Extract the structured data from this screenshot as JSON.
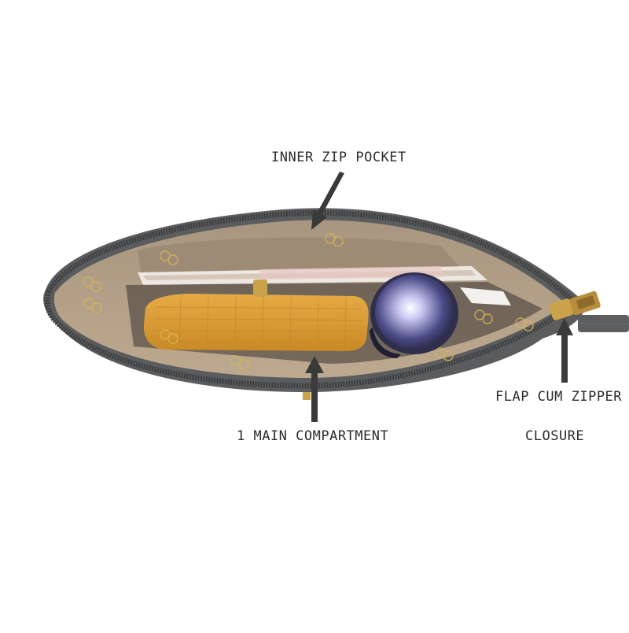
{
  "labels": {
    "inner_zip_pocket": "INNER ZIP POCKET",
    "main_compartment": "1 MAIN COMPARTMENT",
    "flap_line1": "FLAP CUM ZIPPER",
    "flap_line2": "CLOSURE"
  },
  "colors": {
    "bag_exterior": "#5b5c5e",
    "lining": "#b8a68e",
    "wallet": "#e0a037",
    "bottle": "#3c3c68",
    "zipper_pull": "#c9a24a",
    "arrow": "#3a3a3a"
  }
}
